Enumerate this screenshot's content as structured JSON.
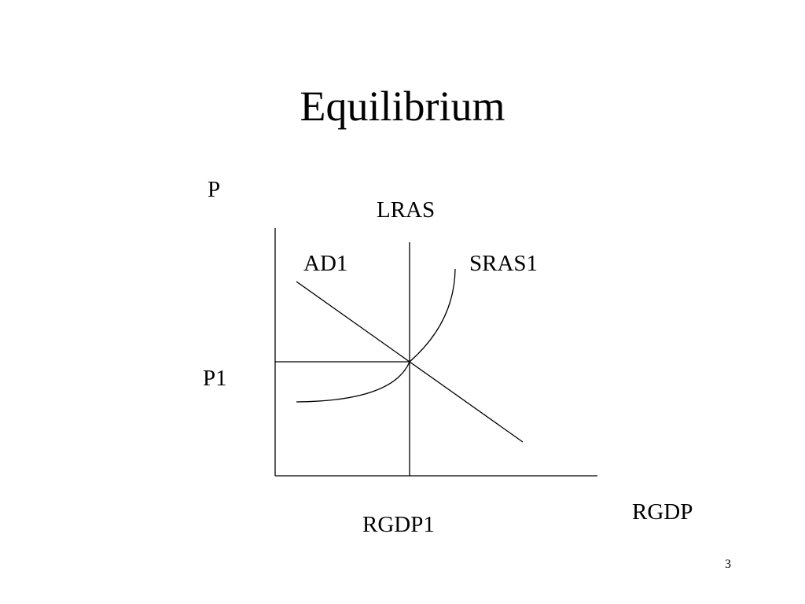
{
  "slide": {
    "title": "Equilibrium",
    "page_number": "3"
  },
  "diagram": {
    "axis_labels": {
      "y": "P",
      "x": "RGDP"
    },
    "curves": {
      "lras": "LRAS",
      "ad": "AD1",
      "sras": "SRAS1"
    },
    "equilibrium": {
      "price": "P1",
      "output": "RGDP1"
    },
    "colors": {
      "line": "#000000",
      "background": "#ffffff"
    }
  }
}
